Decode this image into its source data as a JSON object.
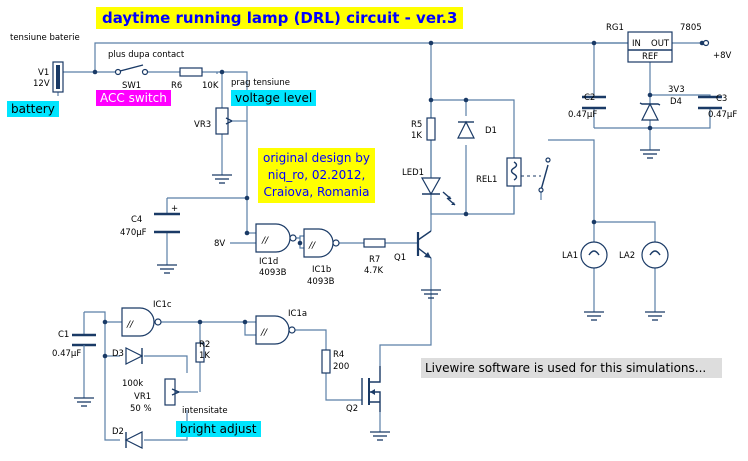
{
  "title": "daytime running lamp (DRL) circuit - ver.3",
  "credit": [
    "original design by",
    "niq_ro, 02.2012,",
    "Craiova, Romania"
  ],
  "tags": {
    "battery": "battery",
    "acc_switch": "ACC switch",
    "voltage_level": "voltage level",
    "bright_adjust": "bright adjust"
  },
  "note": "Livewire software is used for this simulations...",
  "labels": {
    "tensiune_baterie": "tensiune baterie",
    "v1": "V1",
    "v1_val": "12V",
    "plus_dupa_contact": "plus dupa contact",
    "sw1": "SW1",
    "r6": "R6",
    "r6_val": "10K",
    "prag_tensiune": "prag tensiune",
    "vr3": "VR3",
    "c4": "C4",
    "c4_val": "470µF",
    "c4_plus": "+",
    "v8": "8V",
    "ic1d": "IC1d",
    "ic1d_part": "4093B",
    "ic1b": "IC1b",
    "ic1b_part": "4093B",
    "r7": "R7",
    "r7_val": "4.7K",
    "q1": "Q1",
    "r5": "R5",
    "r5_val": "1K",
    "led1": "LED1",
    "d1": "D1",
    "rel1": "REL1",
    "rg1": "RG1",
    "reg_in": "IN",
    "reg_out": "OUT",
    "reg_ref": "REF",
    "reg_part": "7805",
    "plus8v": "+8V",
    "c2": "C2",
    "c2_val": "0.47µF",
    "d4_val": "3V3",
    "d4": "D4",
    "c3": "C3",
    "c3_val": "0.47µF",
    "la1": "LA1",
    "la2": "LA2",
    "ic1c": "IC1c",
    "ic1a": "IC1a",
    "c1": "C1",
    "c1_val": "0.47µF",
    "d3": "D3",
    "d2": "D2",
    "r2": "R2",
    "r2_val": "1K",
    "vr1_val": "100k",
    "vr1": "VR1",
    "vr1_pct": "50 %",
    "intensitate": "intensitate",
    "r4": "R4",
    "r4_val": "200",
    "q2": "Q2"
  },
  "colors": {
    "title_bg": "#ffff00",
    "title_fg": "#0000ff",
    "cyan_tag": "#00e5ff",
    "magenta_tag": "#ff00ff",
    "credit_bg": "#ffff00",
    "note_bg": "#dddddd",
    "wire": "#5a7fa6",
    "component": "#1a3a66"
  }
}
